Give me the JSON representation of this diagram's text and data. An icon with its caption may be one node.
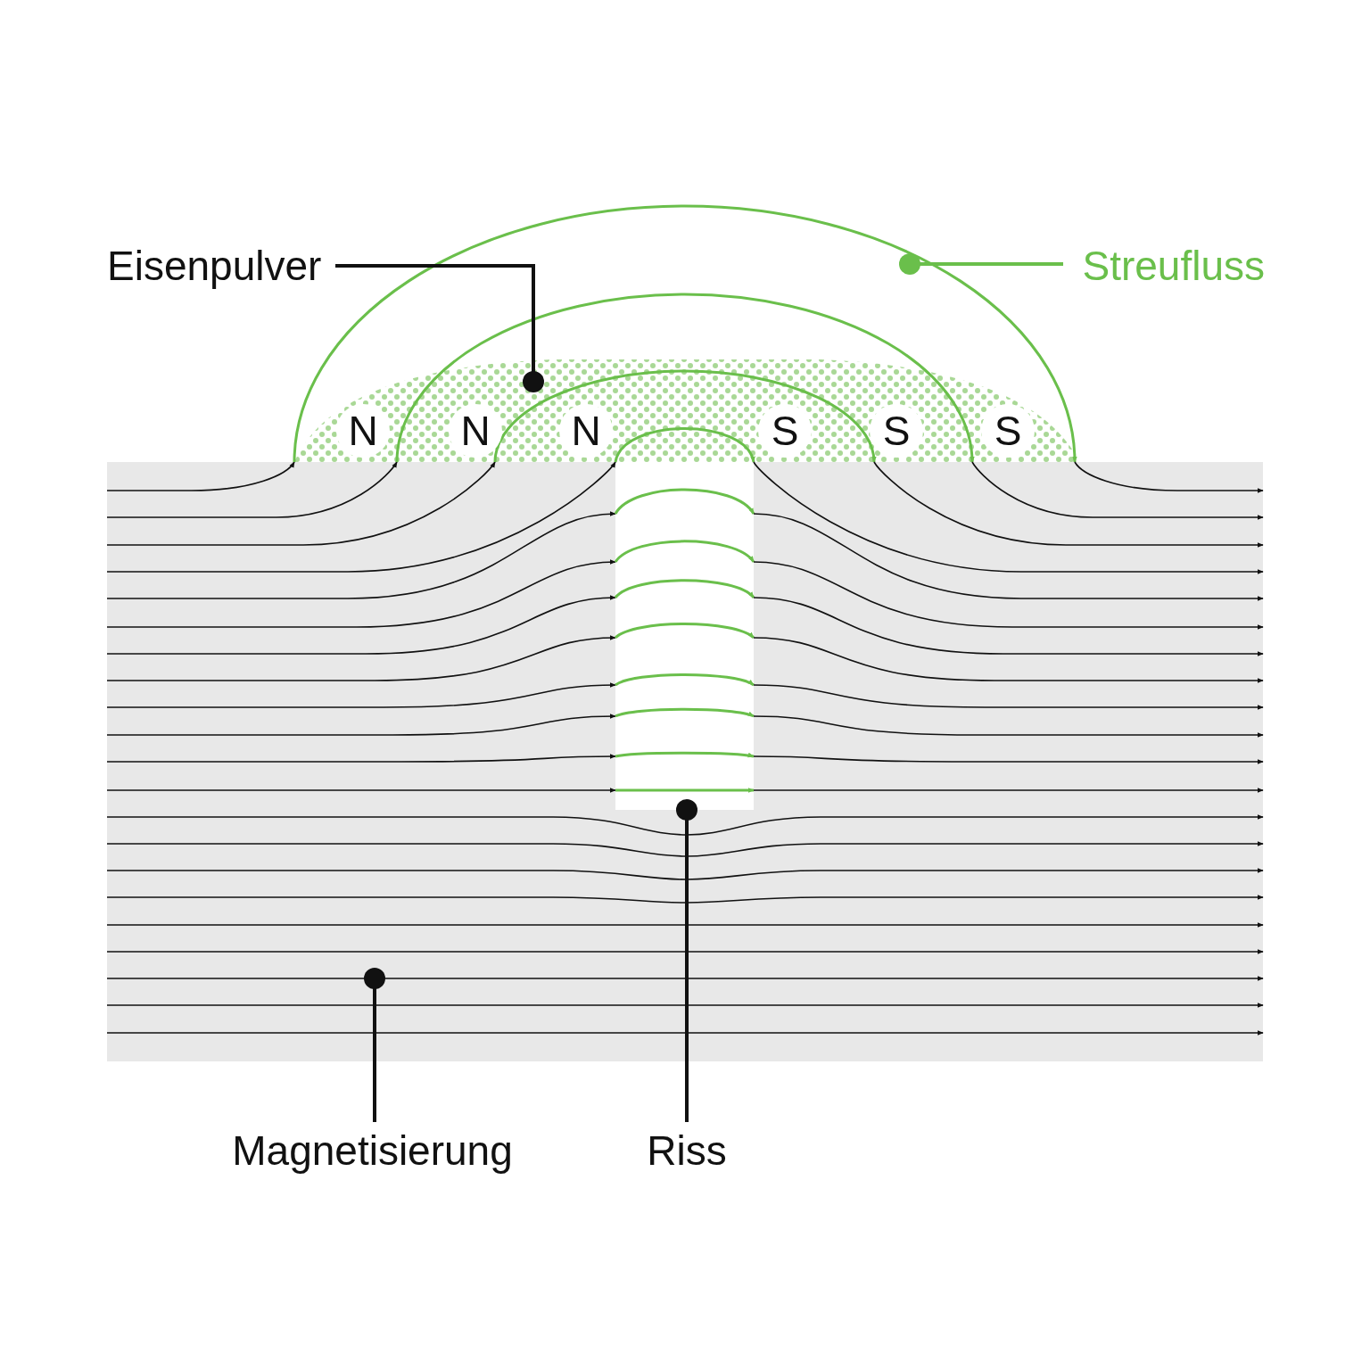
{
  "diagram": {
    "nodes": [
      {
        "text": [
          "Eisenpulver"
        ]
      },
      {
        "text": [
          "Streufluss"
        ]
      },
      {
        "text": [],
        "shape": "box"
      },
      {
        "text": [
          "Magnetisierung"
        ]
      },
      {
        "text": [
          "Riss"
        ]
      }
    ],
    "edges": [
      {
        "from": 0,
        "to": null,
        "arrow": "other"
      },
      {
        "from": 1,
        "to": null,
        "arrow": "other",
        "color": "#6abf4b"
      },
      {
        "from": 3,
        "to": 2,
        "arrow": "other"
      },
      {
        "from": 4,
        "to": 2,
        "arrow": "other"
      }
    ],
    "labels": [
      "N",
      "N",
      "N",
      "S",
      "S",
      "S"
    ]
  }
}
